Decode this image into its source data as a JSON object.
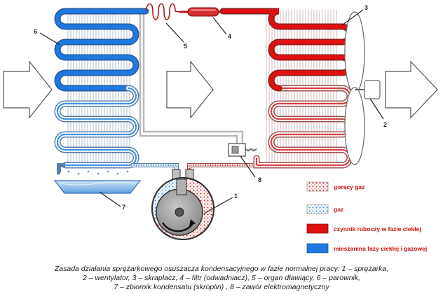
{
  "diagram": {
    "callouts": [
      "1",
      "2",
      "3",
      "4",
      "5",
      "6",
      "7",
      "8"
    ],
    "legend": [
      {
        "label": "gorący gaz",
        "style": "dots",
        "color": "#e04040"
      },
      {
        "label": "gaz",
        "style": "dots",
        "color": "#4090e0"
      },
      {
        "label": "czynnik roboczy w fazie ciekłej",
        "style": "solid",
        "color": "#e01010"
      },
      {
        "label": "mieszanina fazy ciekłej i gazowej",
        "style": "solid",
        "color": "#1e78e0"
      }
    ],
    "colors": {
      "hot_gas": "#d83a3a",
      "gas": "#3c8fe0",
      "liquid": "#d81c1c",
      "mixture": "#1e78e0",
      "pipe_gray": "#b8b8b8",
      "arrow_stroke": "#555555"
    }
  },
  "caption": {
    "lines": [
      "Zasada działania sprężarkowego osuszacza kondensacyjnego w fazie normalnej pracy: 1 – sprężarka,",
      "2 – wentylator, 3 – skraplacz, 4 – filtr (odwadniacz), 5 – organ dławiący, 6 – parownik,",
      "7 – zbiornik kondensatu (skroplin) , 8 – zawór elektromagnetyczny"
    ]
  }
}
